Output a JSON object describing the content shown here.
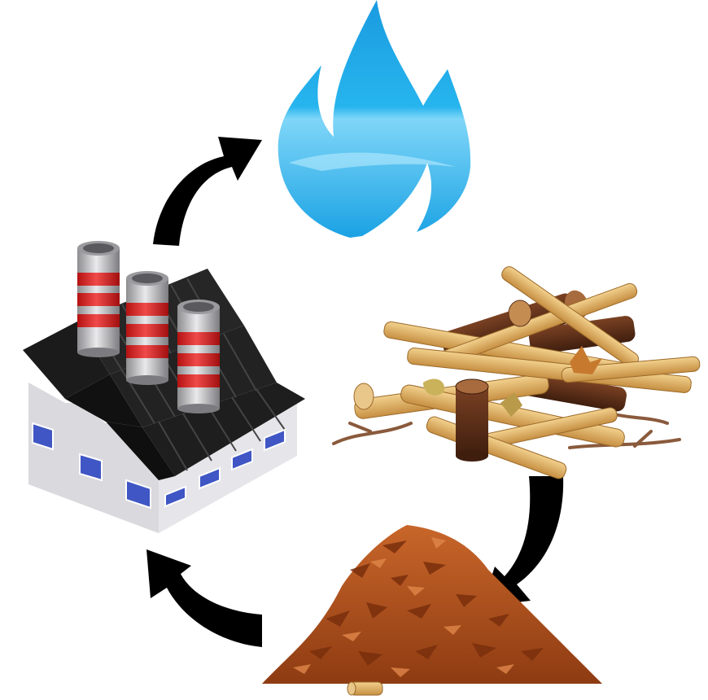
{
  "diagram": {
    "type": "cycle",
    "nodes": [
      {
        "id": "flame",
        "icon": "blue-flame-icon"
      },
      {
        "id": "wood",
        "icon": "wood-pile-icon"
      },
      {
        "id": "chips",
        "icon": "wood-chip-pile-icon"
      },
      {
        "id": "factory",
        "icon": "factory-icon"
      }
    ],
    "edges": [
      {
        "from": "factory",
        "to": "flame"
      },
      {
        "from": "wood",
        "to": "chips"
      },
      {
        "from": "chips",
        "to": "factory"
      }
    ],
    "colors": {
      "flame": "#1ea6e6",
      "flame_light": "#6fd0f7",
      "arrow": "#000000",
      "roof": "#1b1b1b",
      "wall": "#e6e6ea",
      "window": "#3f56c4",
      "chimney": "#b9b9bc",
      "chimney_stripe": "#e02020",
      "wood_light": "#e3b86e",
      "wood_dark": "#5a2e18",
      "chips": "#b5561f"
    }
  }
}
